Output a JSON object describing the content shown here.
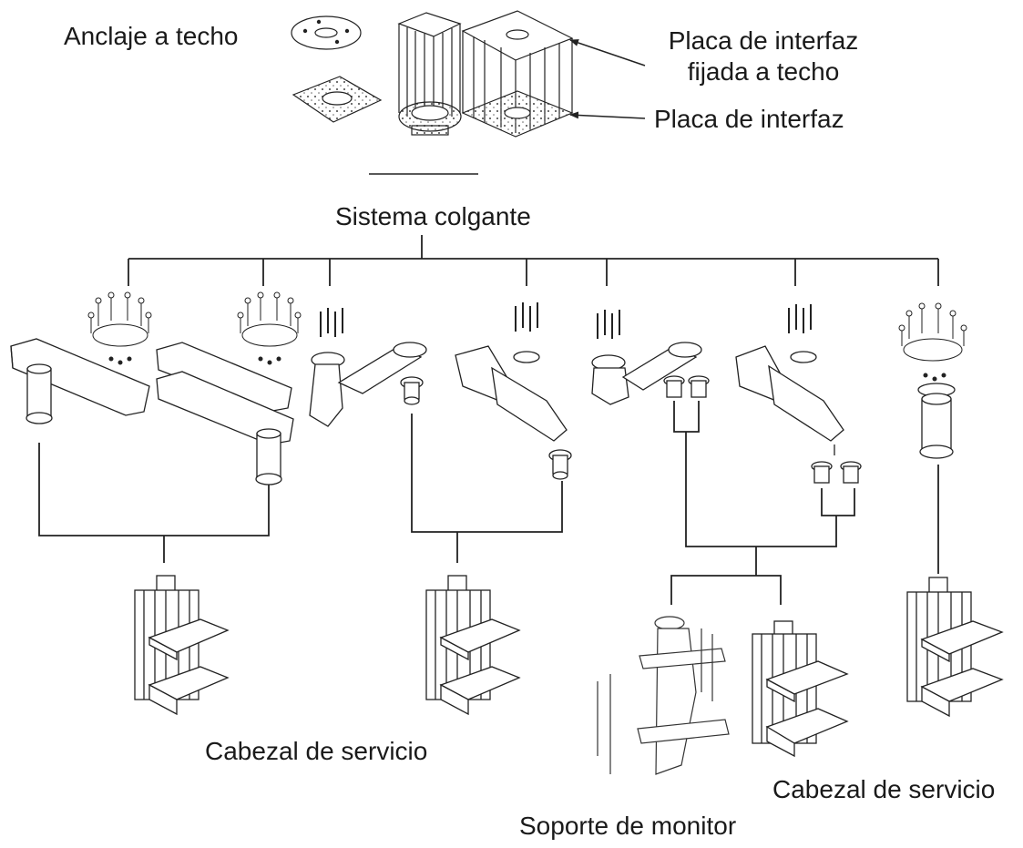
{
  "labels": {
    "ceiling_anchor": "Anclaje a techo",
    "interface_plate_fixed_line1": "Placa de interfaz",
    "interface_plate_fixed_line2": "fijada a techo",
    "interface_plate": "Placa de interfaz",
    "pendant_system": "Sistema colgante",
    "service_head_left": "Cabezal de servicio",
    "service_head_right": "Cabezal de servicio",
    "monitor_support": "Soporte de monitor"
  }
}
